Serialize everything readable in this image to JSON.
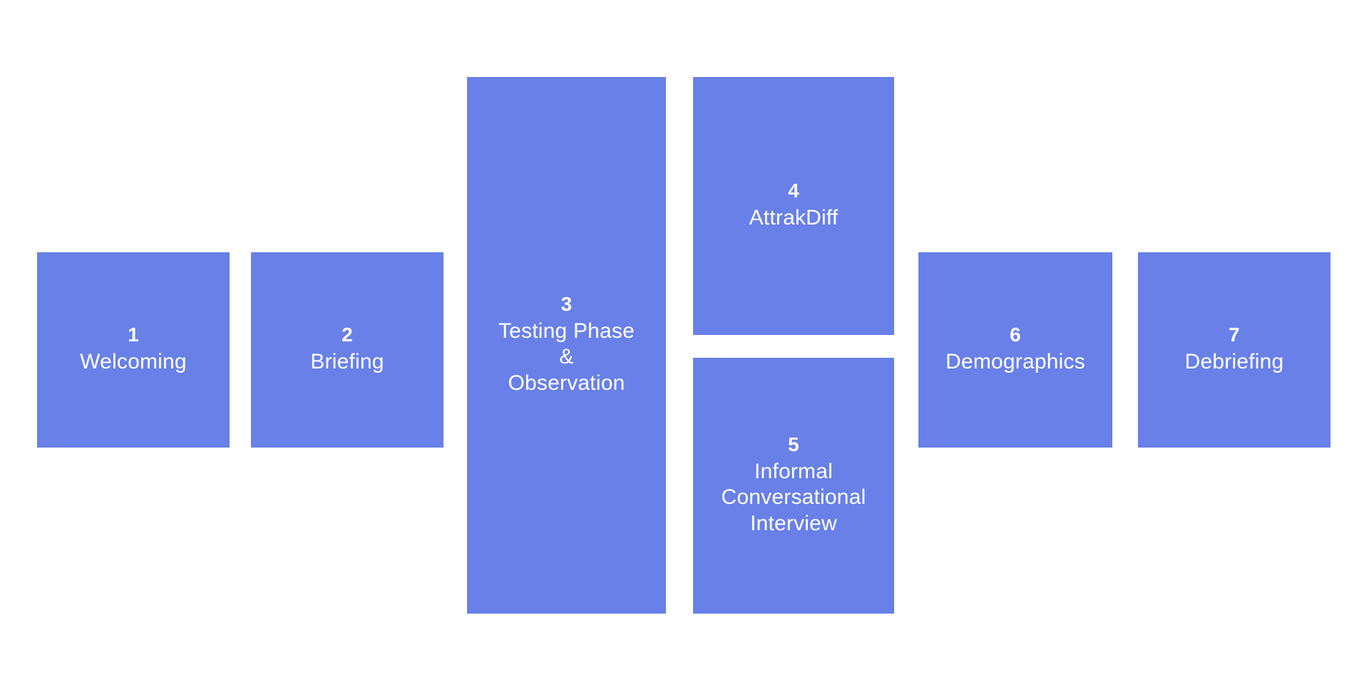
{
  "diagram": {
    "type": "process-flow",
    "title": "",
    "background_color": "#ffffff",
    "box_color": "#6880e8",
    "text_color": "#ffffff",
    "steps": [
      {
        "number": "1",
        "label": "Welcoming"
      },
      {
        "number": "2",
        "label": "Briefing"
      },
      {
        "number": "3",
        "label": "Testing Phase\n&\nObservation"
      },
      {
        "number": "4",
        "label": "AttrakDiff"
      },
      {
        "number": "5",
        "label": "Informal\nConversational\nInterview"
      },
      {
        "number": "6",
        "label": "Demographics"
      },
      {
        "number": "7",
        "label": "Debriefing"
      }
    ]
  }
}
